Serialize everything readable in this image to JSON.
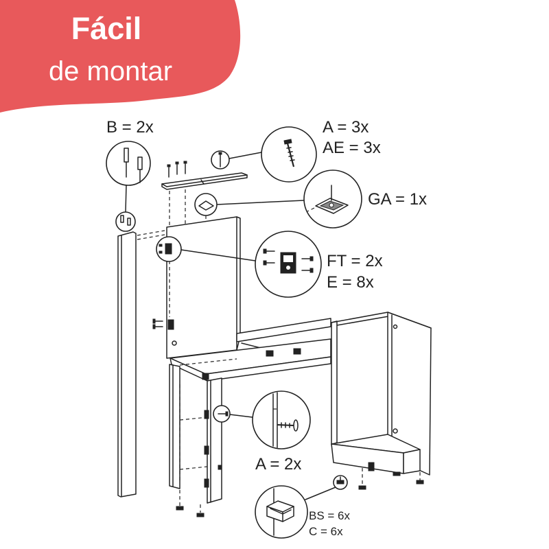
{
  "banner": {
    "title": "Fácil",
    "subtitle": "de montar",
    "color": "#e8595b",
    "text_color": "#ffffff"
  },
  "hardware_labels": {
    "b": "B = 2x",
    "a_top": "A = 3x",
    "ae": "AE = 3x",
    "ga": "GA = 1x",
    "ft": "FT = 2x",
    "e": "E = 8x",
    "a_bottom": "A = 2x",
    "bs": "BS = 6x",
    "c": "C = 6x"
  },
  "colors": {
    "line": "#222222",
    "background": "#ffffff"
  }
}
